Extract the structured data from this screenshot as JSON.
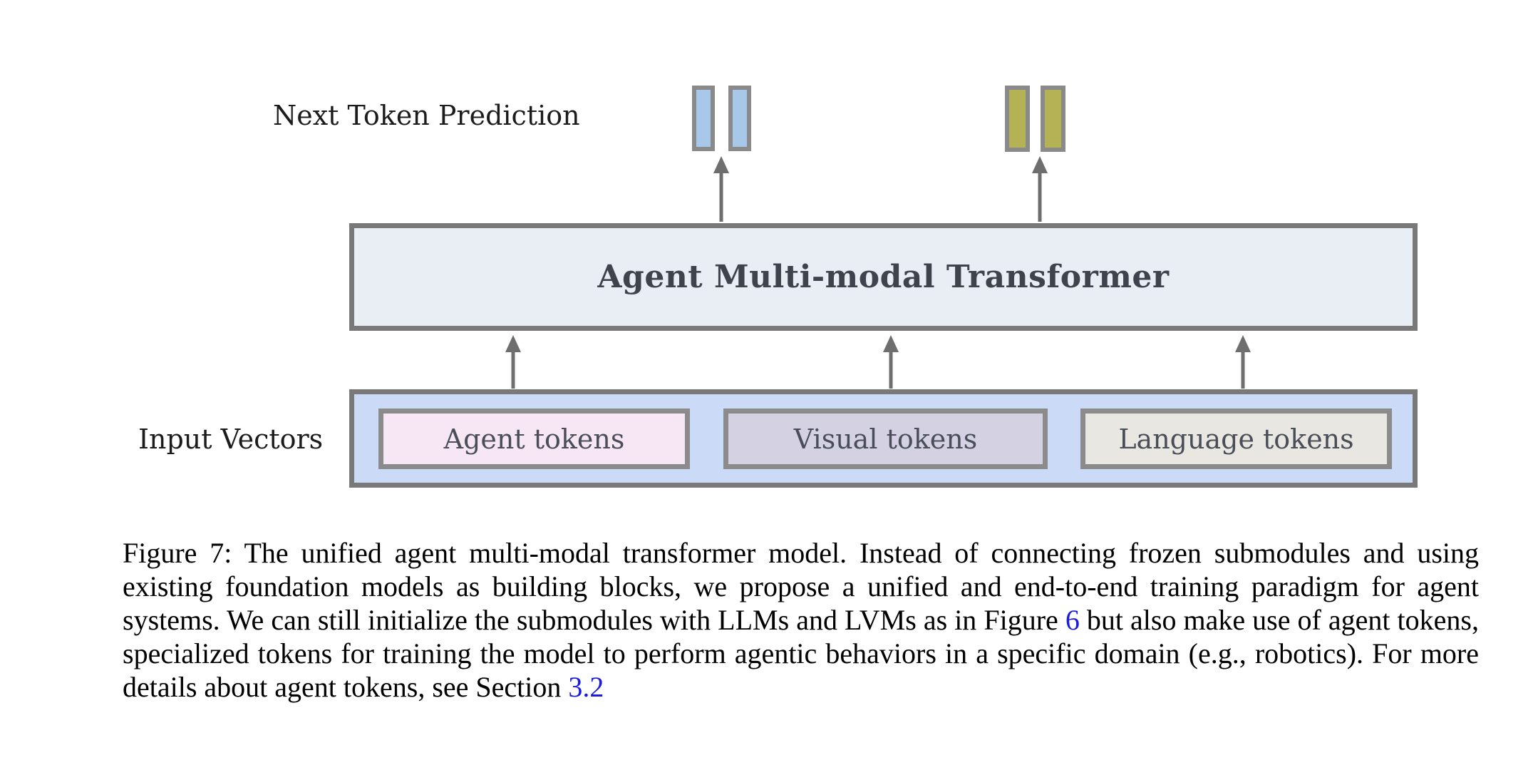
{
  "figure": {
    "output_label": "Next Token Prediction",
    "input_label": "Input Vectors",
    "transformer_label": "Agent Multi-modal Transformer",
    "input_tokens": [
      {
        "label": "Agent tokens",
        "fill": "#f7e7f5"
      },
      {
        "label": "Visual tokens",
        "fill": "#d4d1e2"
      },
      {
        "label": "Language tokens",
        "fill": "#e9e7e2"
      }
    ],
    "predicted_token_bars": [
      {
        "group": "left",
        "count": 2,
        "fill": "#a8c8ea"
      },
      {
        "group": "right",
        "count": 2,
        "fill": "#b5b155"
      }
    ],
    "colors": {
      "box_border": "#797979",
      "transformer_fill": "#e9edf4",
      "input_container_fill": "#cbdbf7",
      "arrow": "#6e6e6e",
      "link": "#1b1be4"
    }
  },
  "caption": {
    "segments": [
      {
        "type": "text",
        "text": "Figure 7: The unified agent multi-modal transformer model. Instead of connecting frozen submodules and using existing foundation models as building blocks, we propose a unified and end-to-end training paradigm for agent systems. We can still initialize the submodules with LLMs and LVMs as in Figure "
      },
      {
        "type": "link",
        "text": "6"
      },
      {
        "type": "text",
        "text": " but also make use of agent tokens, specialized tokens for training the model to perform agentic behaviors in a specific domain (e.g., robotics). For more details about agent tokens, see Section "
      },
      {
        "type": "link",
        "text": "3.2"
      }
    ]
  }
}
